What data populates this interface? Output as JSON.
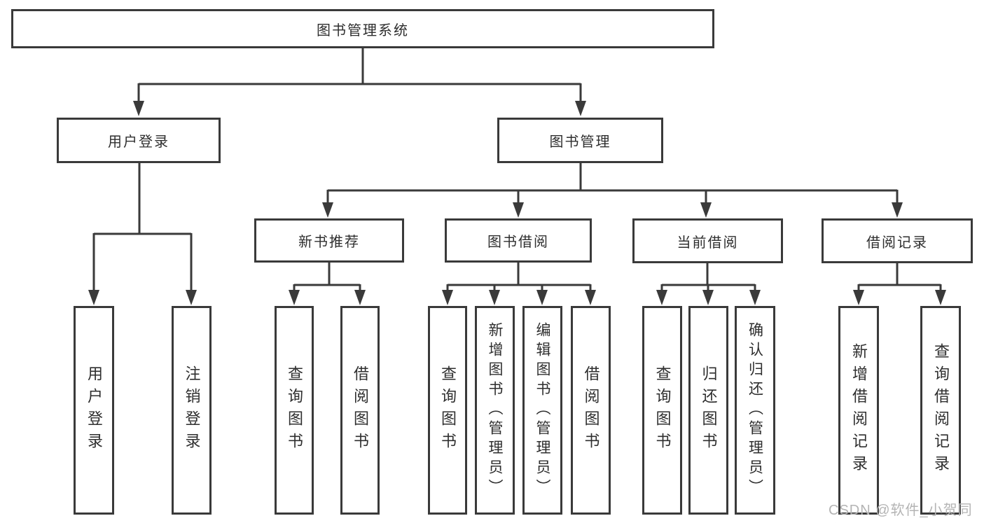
{
  "diagram": {
    "root": {
      "label": "图书管理系统"
    },
    "branches": [
      {
        "label": "用户登录",
        "children": [
          {
            "label": "用户登录"
          },
          {
            "label": "注销登录"
          }
        ]
      },
      {
        "label": "图书管理",
        "groups": [
          {
            "label": "新书推荐",
            "children": [
              {
                "label": "查询图书"
              },
              {
                "label": "借阅图书"
              }
            ]
          },
          {
            "label": "图书借阅",
            "children": [
              {
                "label": "查询图书"
              },
              {
                "label": "新增图书（管理员）"
              },
              {
                "label": "编辑图书（管理员）"
              },
              {
                "label": "借阅图书"
              }
            ]
          },
          {
            "label": "当前借阅",
            "children": [
              {
                "label": "查询图书"
              },
              {
                "label": "归还图书"
              },
              {
                "label": "确认归还（管理员）"
              }
            ]
          },
          {
            "label": "借阅记录",
            "children": [
              {
                "label": "新增借阅记录"
              },
              {
                "label": "查询借阅记录"
              }
            ]
          }
        ]
      }
    ]
  },
  "watermark": {
    "text": "CSDN @软件_小贺同学"
  },
  "colors": {
    "line": "#3a3a3a",
    "text": "#2e2e2e",
    "watermark": "#b4b4b4",
    "background": "#ffffff"
  }
}
